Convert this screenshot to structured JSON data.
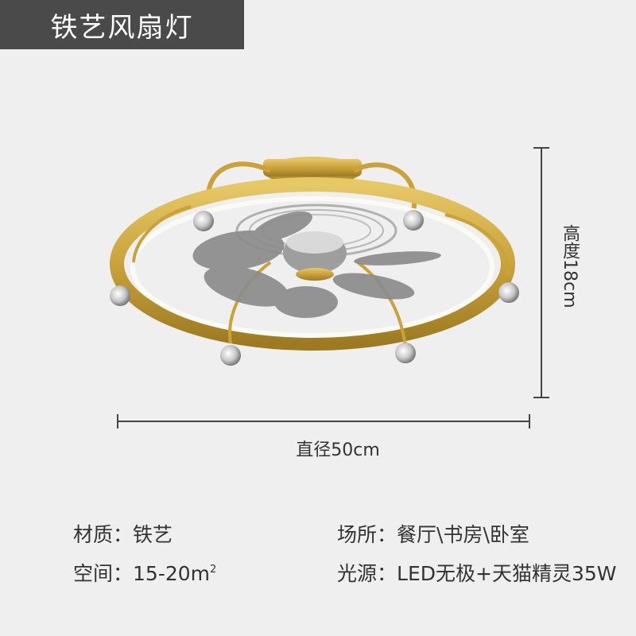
{
  "title": "铁艺风扇灯",
  "dimensions": {
    "height_label": "高度18cm",
    "diameter_label": "直径50cm"
  },
  "specs": {
    "material_label": "材质：",
    "material_value": "铁艺",
    "place_label": "场所：",
    "place_value": "餐厅\\书房\\卧室",
    "space_label": "空间：",
    "space_value": "15-20m",
    "space_unit_sup": "2",
    "light_label": "光源：",
    "light_value": "LED无极+天猫精灵35W"
  },
  "colors": {
    "background": "#efefef",
    "title_bar": "#4a4a4a",
    "gold": "#c9a23a",
    "blade": "#8c8c8c"
  }
}
